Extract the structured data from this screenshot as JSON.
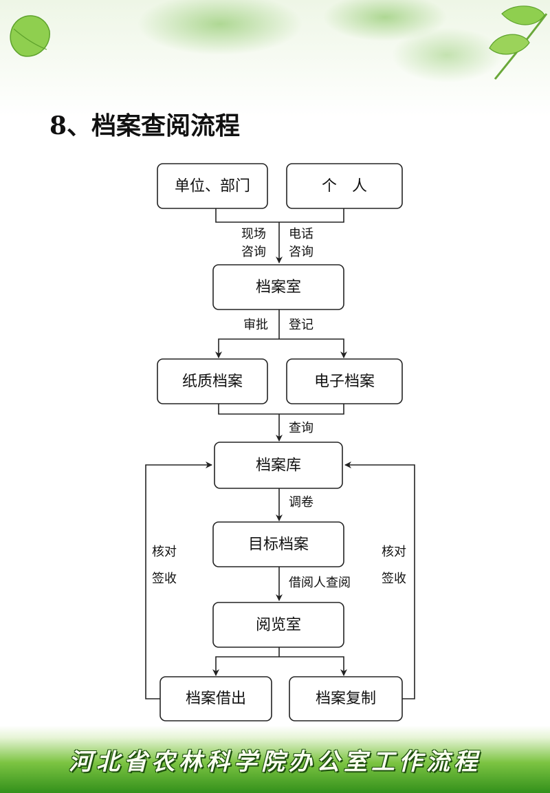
{
  "title": "8、档案查阅流程",
  "footer": "河北省农林科学院办公室工作流程",
  "colors": {
    "leaf_light": "#9bd35a",
    "leaf_dark": "#4c9a2a",
    "footer_green": "#33901b"
  },
  "decorations": {
    "header": "green-leaves",
    "footer": "green-gradient-banner"
  },
  "nodes": {
    "unit_dept": "单位、部门",
    "individual": "个　人",
    "archive_room": "档案室",
    "paper_archive": "纸质档案",
    "electronic_archive": "电子档案",
    "archive_store": "档案库",
    "target_archive": "目标档案",
    "reading_room": "阅览室",
    "archive_lend": "档案借出",
    "archive_copy": "档案复制"
  },
  "edge_labels": {
    "onsite_1": "现场",
    "onsite_2": "咨询",
    "phone_1": "电话",
    "phone_2": "咨询",
    "approve": "审批",
    "register": "登记",
    "query": "查询",
    "retrieve": "调卷",
    "borrower_query": "借阅人查阅",
    "left_check": "核对",
    "left_sign": "签收",
    "right_check": "核对",
    "right_sign": "签收"
  }
}
